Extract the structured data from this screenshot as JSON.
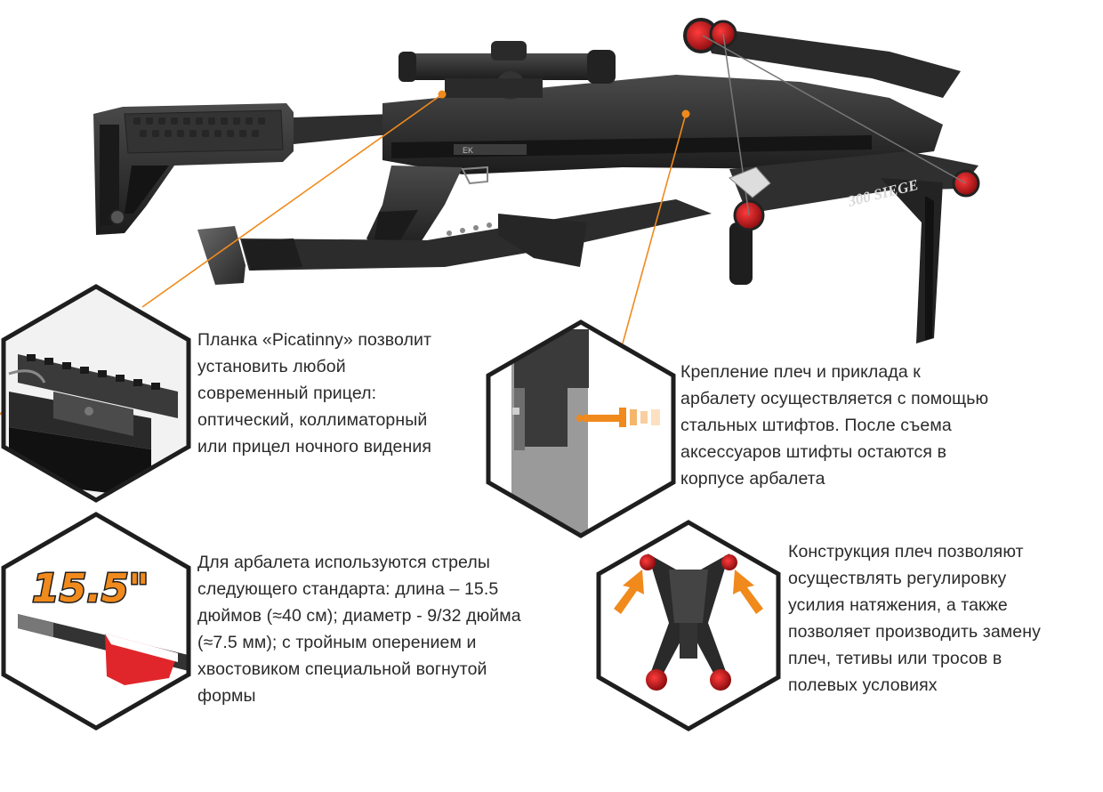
{
  "colors": {
    "accent_orange": "#f08a1c",
    "dark_body": "#2b2b2b",
    "red_cam": "#c8161d",
    "hex_border": "#1e1e1e"
  },
  "product": {
    "model_badge": "300 SIEGE"
  },
  "features": [
    {
      "id": "rail",
      "icon": "picatinny-rail-icon",
      "lines": [
        "Планка «Picatinny» позволит",
        "установить любой",
        "современный прицел:",
        "оптический, коллиматорный",
        "или прицел ночного видения"
      ]
    },
    {
      "id": "pins",
      "icon": "steel-pin-icon",
      "lines": [
        "Крепление плеч и приклада к",
        "арбалету осуществляется с помощью",
        "стальных штифтов. После съема",
        "аксессуаров штифты остаются в",
        "корпусе арбалета"
      ]
    },
    {
      "id": "arrows",
      "icon": "arrow-bolt-icon",
      "badge": "15.5\"",
      "lines": [
        "Для арбалета используются стрелы",
        "следующего стандарта: длина – 15.5",
        "дюймов (≈40 см); диаметр - 9/32 дюйма",
        "(≈7.5 мм); с тройным оперением и",
        "хвостовиком специальной вогнутой",
        "формы"
      ]
    },
    {
      "id": "limbs",
      "icon": "limbs-icon",
      "lines": [
        "Конструкция плеч позволяют",
        "осуществлять регулировку",
        "усилия натяжения, а также",
        "позволяет производить замену",
        "плеч, тетивы или тросов в",
        "полевых условиях"
      ]
    }
  ]
}
